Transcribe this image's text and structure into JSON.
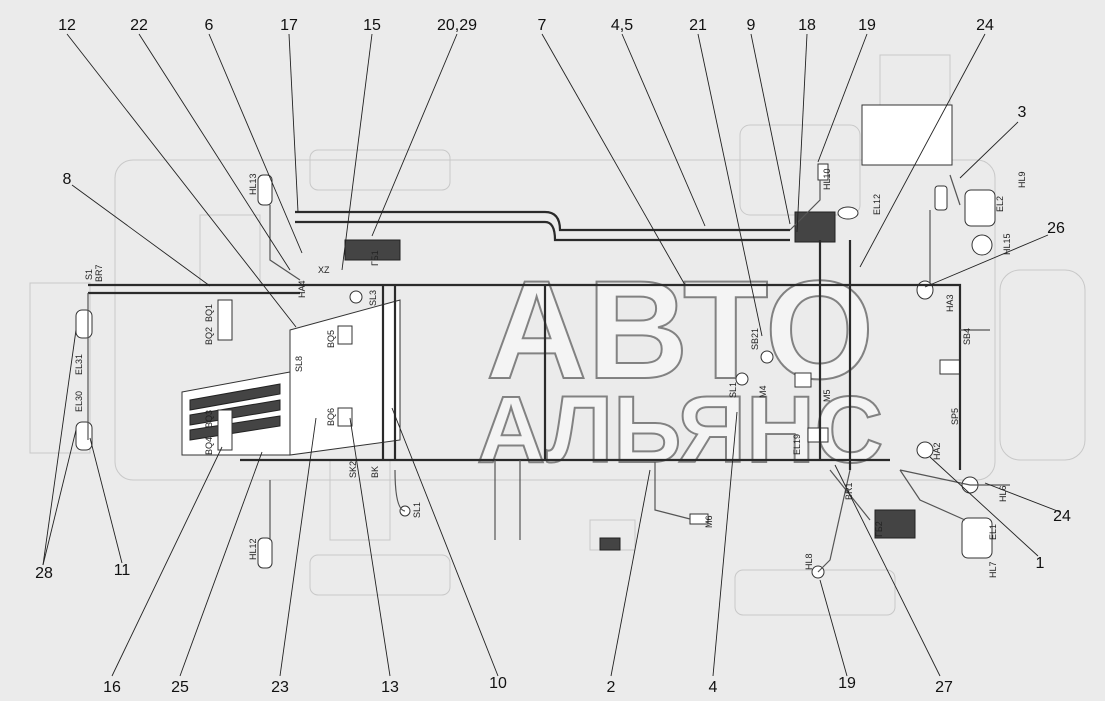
{
  "watermark": {
    "line1": "АВТО",
    "line2": "АЛЬЯНС"
  },
  "callouts": {
    "top": [
      "12",
      "22",
      "6",
      "17",
      "15",
      "20,29",
      "7",
      "4,5",
      "21",
      "9",
      "18",
      "19",
      "24",
      "3",
      "8",
      "26"
    ],
    "bottom": [
      "28",
      "11",
      "16",
      "25",
      "23",
      "13",
      "10",
      "2",
      "4",
      "19",
      "27",
      "1",
      "24"
    ]
  },
  "components": [
    "BR7",
    "S1",
    "EL31",
    "EL30",
    "BQ1",
    "BQ2",
    "BQ3",
    "BQ4",
    "BQ5",
    "BQ6",
    "HA4",
    "XZ",
    "ГБ1",
    "SL3",
    "SL8",
    "SL1",
    "HL13",
    "HL12",
    "SK2",
    "BK",
    "М6",
    "SB21",
    "SL1",
    "M4",
    "M5",
    "EL19",
    "EL12",
    "HL10",
    "EL2",
    "HL9",
    "HL15",
    "HA3",
    "SB4",
    "SP5",
    "HA2",
    "HL6",
    "EL1",
    "HL7",
    "ГБ2",
    "BR1",
    "HL8"
  ]
}
